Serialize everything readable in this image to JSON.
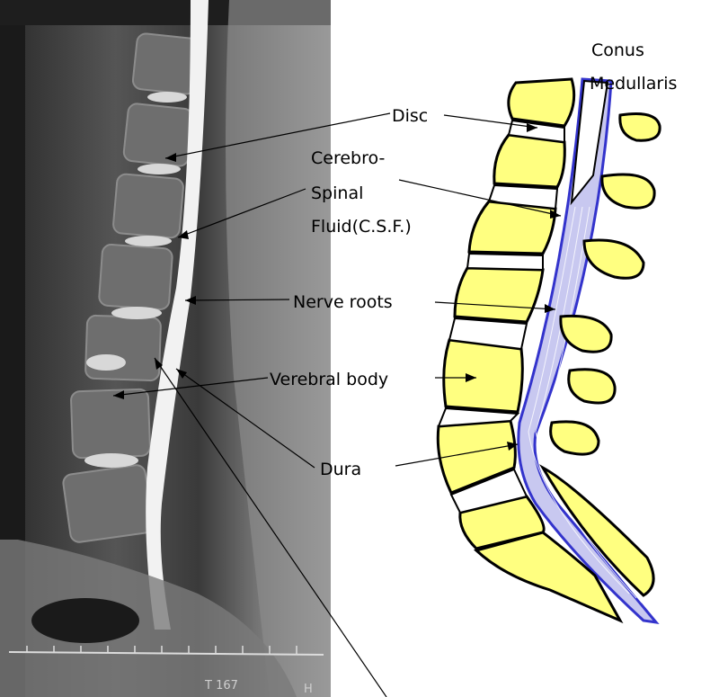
{
  "labels": {
    "conus_line1": "Conus",
    "conus_line2": "Medullaris",
    "disc": "Disc",
    "csf_line1": "Cerebro-",
    "csf_line2": "Spinal",
    "csf_line3": "Fluid(C.S.F.)",
    "nerve_roots": "Nerve roots",
    "vertebral_body": "Verebral body",
    "dura": "Dura"
  },
  "mri": {
    "scale_text": "T 167",
    "corner_text": "H"
  },
  "colors": {
    "vertebra_fill": "#ffff80",
    "dura_stroke": "#3333cc",
    "csf_fill": "#c8c8f0",
    "outline": "#000000"
  }
}
